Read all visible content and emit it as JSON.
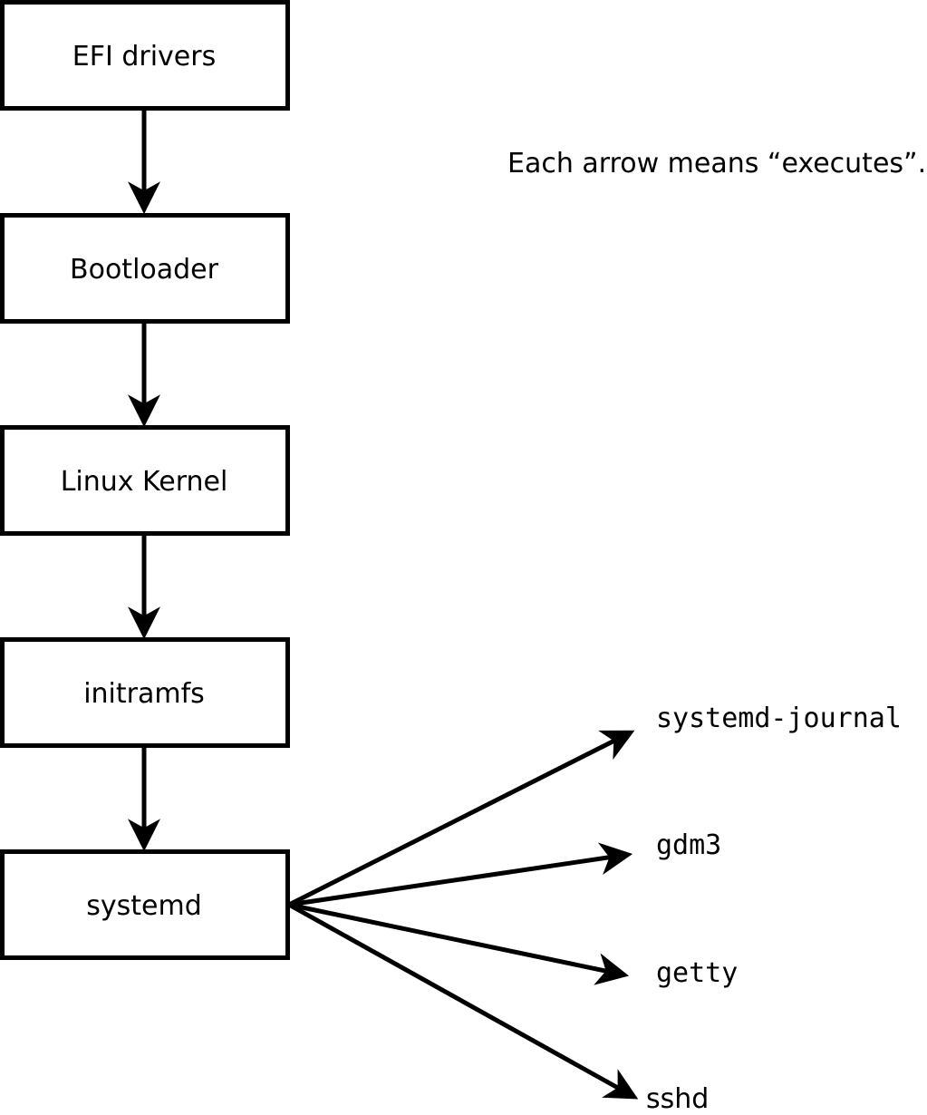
{
  "note": {
    "text": "Each arrow means “executes”."
  },
  "flow": {
    "boxes": [
      {
        "label": "EFI drivers"
      },
      {
        "label": "Bootloader"
      },
      {
        "label": "Linux Kernel"
      },
      {
        "label": "initramfs"
      },
      {
        "label": "systemd"
      }
    ]
  },
  "spawned": [
    {
      "label": "systemd-journal"
    },
    {
      "label": "gdm3"
    },
    {
      "label": "getty"
    },
    {
      "label": "sshd"
    }
  ],
  "colors": {
    "line": "#000000",
    "box_fill": "#ffffff",
    "background": "#ffffff",
    "text": "#000000"
  }
}
